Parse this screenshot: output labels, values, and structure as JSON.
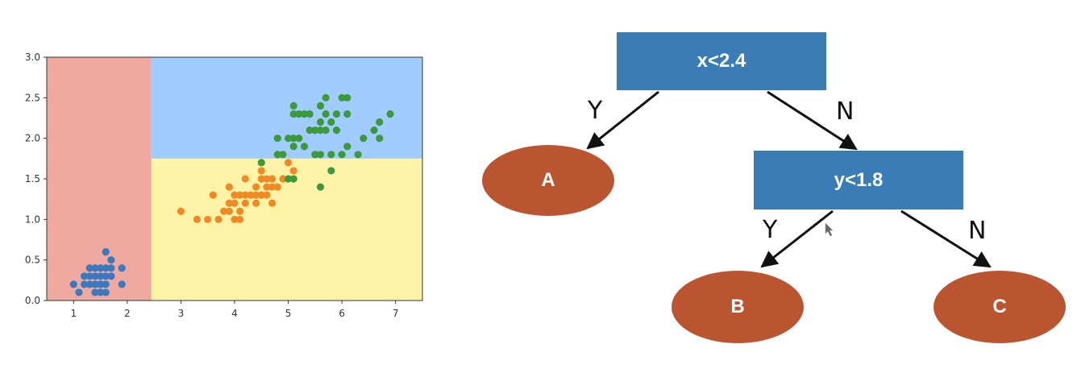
{
  "chart_data": {
    "type": "scatter",
    "title": "",
    "xlabel": "",
    "ylabel": "",
    "xlim": [
      0.5,
      7.5
    ],
    "ylim": [
      0.0,
      3.0
    ],
    "xticks": [
      "1",
      "2",
      "3",
      "4",
      "5",
      "6",
      "7"
    ],
    "yticks": [
      "0.0",
      "0.5",
      "1.0",
      "1.5",
      "2.0",
      "2.5",
      "3.0"
    ],
    "regions": [
      {
        "name": "A",
        "x": [
          0.5,
          2.45
        ],
        "y": [
          0.0,
          3.0
        ],
        "color": "#eeaaa0"
      },
      {
        "name": "B",
        "x": [
          2.45,
          7.5
        ],
        "y": [
          0.0,
          1.75
        ],
        "color": "#fff3a8"
      },
      {
        "name": "C",
        "x": [
          2.45,
          7.5
        ],
        "y": [
          1.75,
          3.0
        ],
        "color": "#a0ccff"
      }
    ],
    "series": [
      {
        "color": "#3a78c0",
        "points": [
          [
            1.0,
            0.2
          ],
          [
            1.1,
            0.1
          ],
          [
            1.2,
            0.2
          ],
          [
            1.3,
            0.2
          ],
          [
            1.3,
            0.3
          ],
          [
            1.4,
            0.2
          ],
          [
            1.4,
            0.3
          ],
          [
            1.4,
            0.1
          ],
          [
            1.5,
            0.2
          ],
          [
            1.5,
            0.4
          ],
          [
            1.5,
            0.1
          ],
          [
            1.6,
            0.2
          ],
          [
            1.6,
            0.1
          ],
          [
            1.7,
            0.4
          ],
          [
            1.9,
            0.2
          ],
          [
            1.4,
            0.4
          ],
          [
            1.5,
            0.3
          ],
          [
            1.6,
            0.6
          ],
          [
            1.7,
            0.3
          ],
          [
            1.9,
            0.4
          ],
          [
            1.6,
            0.4
          ],
          [
            1.3,
            0.4
          ],
          [
            1.2,
            0.3
          ],
          [
            1.5,
            0.2
          ],
          [
            1.7,
            0.5
          ],
          [
            1.6,
            0.3
          ],
          [
            1.4,
            0.2
          ],
          [
            1.5,
            0.2
          ]
        ]
      },
      {
        "color": "#f08a24",
        "points": [
          [
            3.0,
            1.1
          ],
          [
            3.3,
            1.0
          ],
          [
            3.5,
            1.0
          ],
          [
            3.6,
            1.3
          ],
          [
            3.7,
            1.0
          ],
          [
            3.8,
            1.1
          ],
          [
            3.9,
            1.1
          ],
          [
            3.9,
            1.2
          ],
          [
            3.9,
            1.4
          ],
          [
            4.0,
            1.0
          ],
          [
            4.0,
            1.2
          ],
          [
            4.0,
            1.3
          ],
          [
            4.1,
            1.0
          ],
          [
            4.1,
            1.3
          ],
          [
            4.2,
            1.2
          ],
          [
            4.2,
            1.3
          ],
          [
            4.2,
            1.5
          ],
          [
            4.3,
            1.3
          ],
          [
            4.4,
            1.2
          ],
          [
            4.4,
            1.3
          ],
          [
            4.4,
            1.4
          ],
          [
            4.5,
            1.3
          ],
          [
            4.5,
            1.5
          ],
          [
            4.6,
            1.3
          ],
          [
            4.6,
            1.4
          ],
          [
            4.6,
            1.5
          ],
          [
            4.7,
            1.2
          ],
          [
            4.7,
            1.4
          ],
          [
            4.7,
            1.5
          ],
          [
            4.8,
            1.4
          ],
          [
            4.8,
            1.8
          ],
          [
            4.9,
            1.5
          ],
          [
            5.0,
            1.7
          ],
          [
            5.1,
            1.6
          ],
          [
            4.5,
            1.6
          ],
          [
            4.1,
            1.1
          ]
        ]
      },
      {
        "color": "#3c9a3c",
        "points": [
          [
            4.5,
            1.7
          ],
          [
            4.8,
            1.8
          ],
          [
            4.8,
            2.0
          ],
          [
            4.9,
            1.8
          ],
          [
            5.0,
            1.5
          ],
          [
            5.0,
            2.0
          ],
          [
            5.1,
            1.5
          ],
          [
            5.1,
            1.9
          ],
          [
            5.1,
            2.0
          ],
          [
            5.1,
            2.3
          ],
          [
            5.1,
            2.4
          ],
          [
            5.2,
            2.0
          ],
          [
            5.2,
            2.3
          ],
          [
            5.3,
            1.9
          ],
          [
            5.3,
            2.3
          ],
          [
            5.4,
            2.1
          ],
          [
            5.4,
            2.3
          ],
          [
            5.5,
            1.8
          ],
          [
            5.5,
            2.1
          ],
          [
            5.5,
            1.8
          ],
          [
            5.6,
            1.4
          ],
          [
            5.6,
            1.8
          ],
          [
            5.6,
            2.1
          ],
          [
            5.6,
            2.2
          ],
          [
            5.6,
            2.4
          ],
          [
            5.7,
            2.1
          ],
          [
            5.7,
            2.3
          ],
          [
            5.7,
            2.5
          ],
          [
            5.8,
            1.6
          ],
          [
            5.8,
            1.8
          ],
          [
            5.8,
            2.2
          ],
          [
            5.9,
            2.1
          ],
          [
            5.9,
            2.3
          ],
          [
            6.0,
            1.8
          ],
          [
            6.0,
            2.5
          ],
          [
            6.1,
            1.9
          ],
          [
            6.1,
            2.3
          ],
          [
            6.1,
            2.5
          ],
          [
            6.3,
            1.8
          ],
          [
            6.4,
            2.0
          ],
          [
            6.6,
            2.1
          ],
          [
            6.7,
            2.0
          ],
          [
            6.7,
            2.2
          ],
          [
            6.9,
            2.3
          ]
        ]
      }
    ]
  },
  "tree": {
    "root": "x<2.4",
    "child": "y<1.8",
    "leaf_a": "A",
    "leaf_b": "B",
    "leaf_c": "C",
    "label_yes": "Y",
    "label_no": "N"
  },
  "colors": {
    "node_box": "#3a7cb5",
    "leaf_oval": "#b95530",
    "edge": "#111111"
  },
  "cursor": "arrow-cursor-icon"
}
